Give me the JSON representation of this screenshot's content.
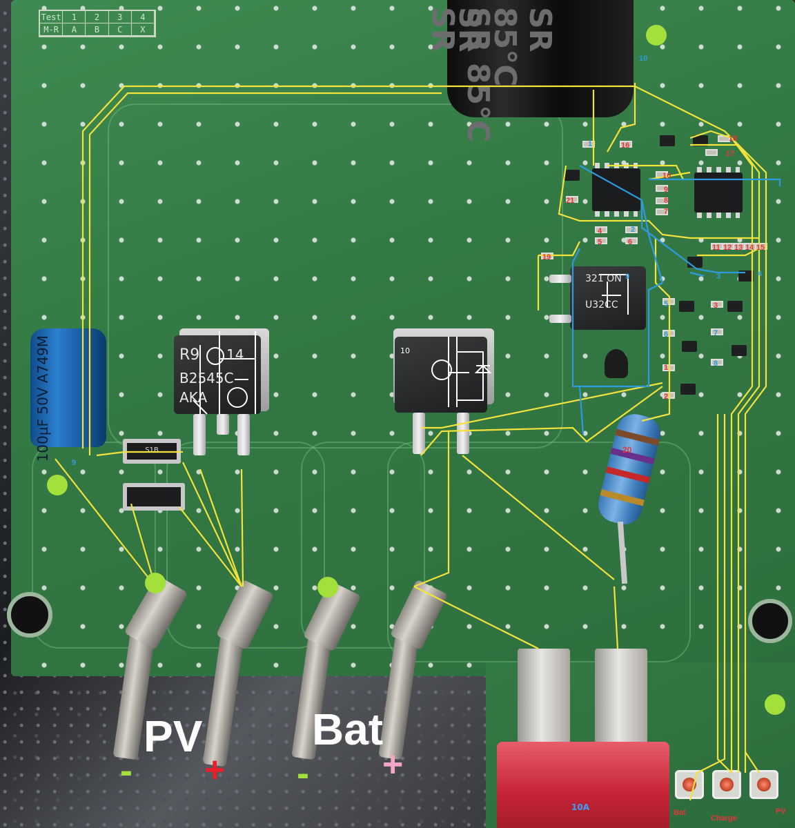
{
  "labels": {
    "pv": "PV",
    "bat": "Bat",
    "minus": "-",
    "plus": "+",
    "fuse": "10A",
    "led_bat": "Bat",
    "led_charge": "Charge",
    "led_pv": "PV"
  },
  "silkscreen": {
    "test_row1": [
      "Test",
      "1",
      "2",
      "3",
      "4"
    ],
    "test_row2": [
      "M-R",
      "A",
      "B",
      "C",
      "X"
    ]
  },
  "components": {
    "big_cap": "SR 85°C SR",
    "blue_cap": "100µF 50V A749M",
    "mosfet_left": [
      "R9",
      "14",
      "B2545C",
      "AKA"
    ],
    "mosfet_right": "10",
    "diode_top": "S1B",
    "regulator": [
      "321 ON",
      "U32CC"
    ],
    "resistor_label": "20"
  },
  "annotations": {
    "blue": [
      "10",
      "9",
      "9",
      "1",
      "2",
      "3",
      "4",
      "5",
      "6",
      "7",
      "8"
    ],
    "red": [
      "16",
      "18",
      "17",
      "10",
      "9",
      "8",
      "7",
      "21",
      "4",
      "5",
      "6",
      "19",
      "11",
      "12",
      "13",
      "14",
      "15",
      "1",
      "2",
      "3"
    ]
  }
}
